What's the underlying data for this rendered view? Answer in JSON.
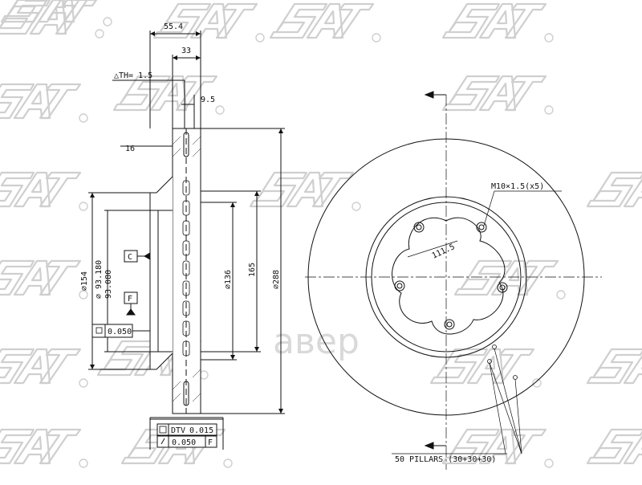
{
  "watermark": {
    "logo_text": "SAT",
    "registered_mark": "®",
    "brand_text": "авер"
  },
  "side_view": {
    "dims": {
      "total_width": "55.4",
      "hat_width": "33",
      "th": "△TH= 1.5",
      "flange": "9.5",
      "thickness": "16",
      "dia_154": "⌀154",
      "dia_93a": "⌀ 93.180",
      "dia_93b": "93.080",
      "dia_136": "⌀136",
      "dia_165": "165",
      "dia_288": "⌀288"
    },
    "datums": {
      "c": "C",
      "f": "F"
    },
    "tolerances": {
      "flatness": "0.050",
      "dtv_label": "DTV",
      "dtv_value": "0.015",
      "runout": "0.050",
      "runout_ref": "F"
    }
  },
  "front_view": {
    "thread_note": "M10×1.5(x5)",
    "pcd": "111.5",
    "pillars_note": "50 PILLARS (30+30+30)",
    "bolt_count": 5
  },
  "colors": {
    "line": "#111111",
    "watermark": "#cfcfcf"
  }
}
